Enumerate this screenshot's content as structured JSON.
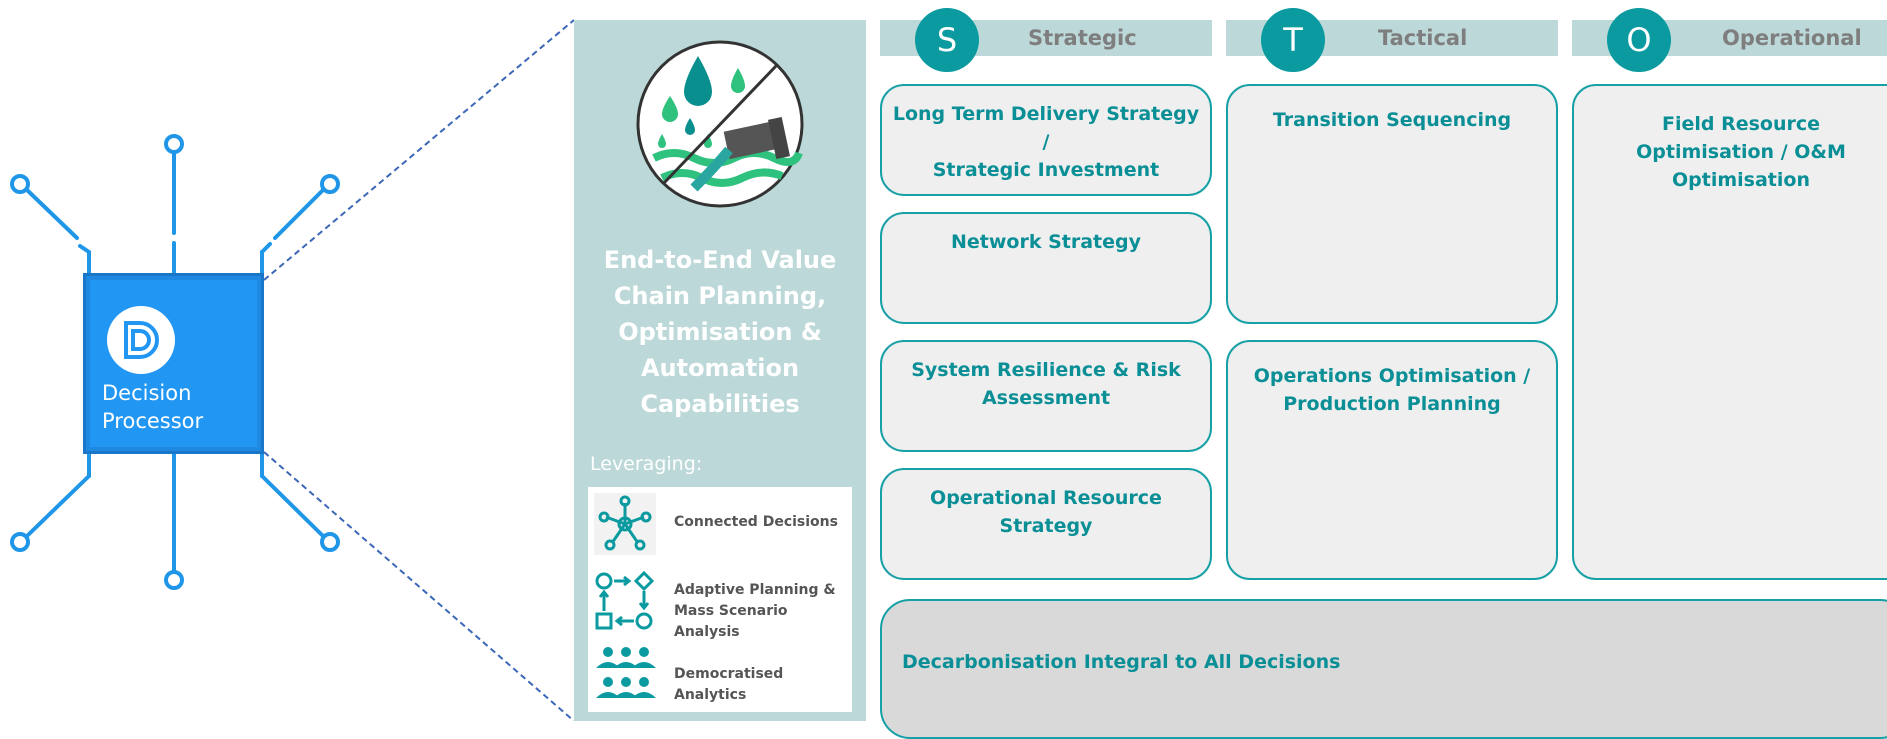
{
  "processor": {
    "line1": "Decision",
    "line2": "Processor"
  },
  "panel": {
    "title_lines": [
      "End-to-End Value",
      "Chain Planning,",
      "Optimisation &",
      "Automation",
      "Capabilities"
    ],
    "leveraging_label": "Leveraging:",
    "items": [
      {
        "label_lines": [
          "Connected Decisions"
        ],
        "icon": "network-icon"
      },
      {
        "label_lines": [
          "Adaptive Planning &",
          "Mass Scenario Analysis"
        ],
        "icon": "flow-icon"
      },
      {
        "label_lines": [
          "Democratised Analytics"
        ],
        "icon": "people-icon"
      }
    ]
  },
  "columns": [
    {
      "letter": "S",
      "title": "Strategic"
    },
    {
      "letter": "T",
      "title": "Tactical"
    },
    {
      "letter": "O",
      "title": "Operational"
    }
  ],
  "cards": {
    "strategic": [
      [
        "Long Term Delivery Strategy /",
        "Strategic Investment"
      ],
      [
        "Network Strategy"
      ],
      [
        "System Resilience & Risk",
        "Assessment"
      ],
      [
        "Operational Resource",
        "Strategy"
      ]
    ],
    "tactical": [
      [
        "Transition Sequencing"
      ],
      [
        "Operations Optimisation /",
        "Production Planning"
      ]
    ],
    "operational": [
      [
        "Field Resource",
        "Optimisation / O&M",
        "Optimisation"
      ]
    ]
  },
  "bottom": {
    "label": "Decarbonisation Integral to All Decisions"
  },
  "colors": {
    "chip": "#2196f3",
    "teal": "#0a9aa0",
    "panel": "#bcd8d8",
    "card_bg": "#efefef",
    "dashed_line": "#3a67b7"
  }
}
